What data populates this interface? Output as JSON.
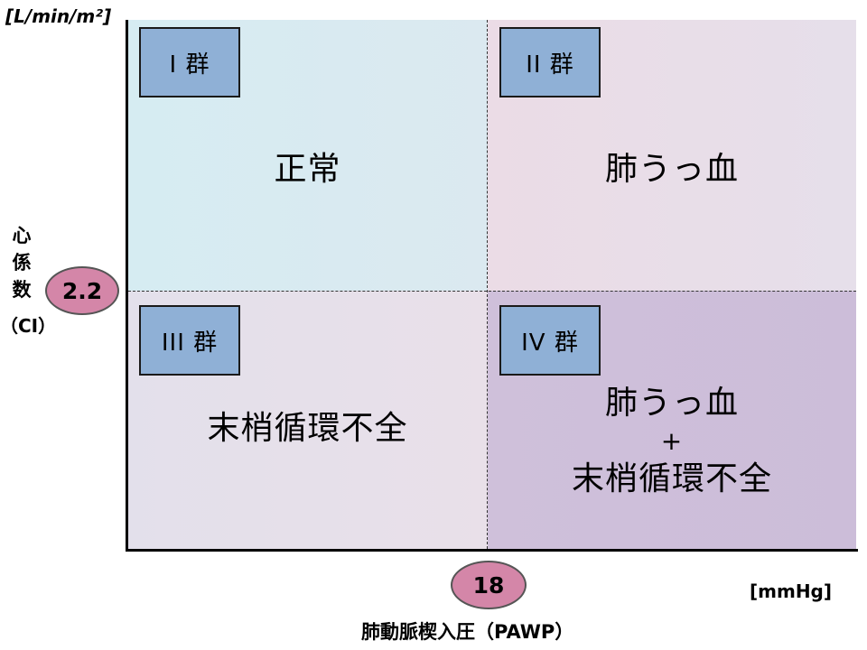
{
  "diagram": {
    "y_unit": "[L/min/m²]",
    "y_axis_title_chars": [
      "心",
      "係",
      "数"
    ],
    "y_axis_abbrev": "（CI）",
    "y_threshold": "2.2",
    "x_unit": "[mmHg]",
    "x_threshold": "18",
    "x_axis_title": "肺動脈楔入圧（PAWP）",
    "quadrants": [
      {
        "group": "I 群",
        "label_lines": [
          "正常"
        ],
        "color": "#d8ebf1"
      },
      {
        "group": "II 群",
        "label_lines": [
          "肺うっ血"
        ],
        "color": "#e9dde8"
      },
      {
        "group": "III 群",
        "label_lines": [
          "末梢循環不全"
        ],
        "color": "#e6e0ea"
      },
      {
        "group": "IV 群",
        "label_lines": [
          "肺うっ血",
          "+",
          "末梢循環不全"
        ],
        "color": "#cebfd9"
      }
    ],
    "group_box_color": "#8fb0d6",
    "threshold_marker_color": "#d486a8"
  }
}
